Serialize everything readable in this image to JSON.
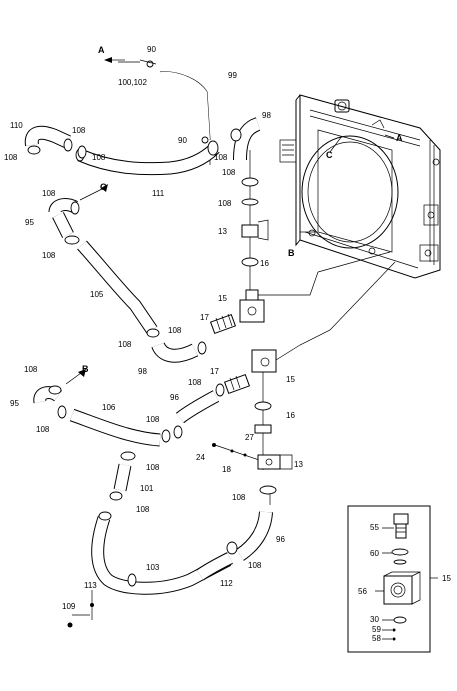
{
  "diagram": {
    "callouts": [
      {
        "id": "c90a",
        "text": "90"
      },
      {
        "id": "cA1",
        "text": "A"
      },
      {
        "id": "c100",
        "text": "100,102"
      },
      {
        "id": "c99",
        "text": "99"
      },
      {
        "id": "c110",
        "text": "110"
      },
      {
        "id": "c108a",
        "text": "108"
      },
      {
        "id": "c108b",
        "text": "108"
      },
      {
        "id": "c108c",
        "text": "108"
      },
      {
        "id": "c90b",
        "text": "90"
      },
      {
        "id": "c98a",
        "text": "98"
      },
      {
        "id": "c108d",
        "text": "108"
      },
      {
        "id": "c108e",
        "text": "108"
      },
      {
        "id": "c111",
        "text": "111"
      },
      {
        "id": "c108f",
        "text": "108"
      },
      {
        "id": "cC1",
        "text": "C"
      },
      {
        "id": "c95a",
        "text": "95"
      },
      {
        "id": "c108g",
        "text": "108"
      },
      {
        "id": "c108h",
        "text": "108"
      },
      {
        "id": "c13a",
        "text": "13"
      },
      {
        "id": "cB1",
        "text": "B"
      },
      {
        "id": "c16a",
        "text": "16"
      },
      {
        "id": "c105",
        "text": "105"
      },
      {
        "id": "c15a",
        "text": "15"
      },
      {
        "id": "c17a",
        "text": "17"
      },
      {
        "id": "c108i",
        "text": "108"
      },
      {
        "id": "c108j",
        "text": "108"
      },
      {
        "id": "c98b",
        "text": "98"
      },
      {
        "id": "c108k",
        "text": "108"
      },
      {
        "id": "cB2",
        "text": "B"
      },
      {
        "id": "c17b",
        "text": "17"
      },
      {
        "id": "c15b",
        "text": "15"
      },
      {
        "id": "c108l",
        "text": "108"
      },
      {
        "id": "c95b",
        "text": "95"
      },
      {
        "id": "c96a",
        "text": "96"
      },
      {
        "id": "c106",
        "text": "106"
      },
      {
        "id": "c108m",
        "text": "108"
      },
      {
        "id": "c108n",
        "text": "108"
      },
      {
        "id": "c16b",
        "text": "16"
      },
      {
        "id": "c27",
        "text": "27"
      },
      {
        "id": "c24",
        "text": "24"
      },
      {
        "id": "c18",
        "text": "18"
      },
      {
        "id": "c13b",
        "text": "13"
      },
      {
        "id": "c108o",
        "text": "108"
      },
      {
        "id": "c101",
        "text": "101"
      },
      {
        "id": "c108p",
        "text": "108"
      },
      {
        "id": "c108q",
        "text": "108"
      },
      {
        "id": "c96b",
        "text": "96"
      },
      {
        "id": "c108r",
        "text": "108"
      },
      {
        "id": "c103",
        "text": "103"
      },
      {
        "id": "c112",
        "text": "112"
      },
      {
        "id": "c113",
        "text": "113"
      },
      {
        "id": "c109",
        "text": "109"
      },
      {
        "id": "cC2",
        "text": "C"
      },
      {
        "id": "cA2",
        "text": "A"
      }
    ],
    "detail_callouts": [
      {
        "id": "d55",
        "text": "55"
      },
      {
        "id": "d60",
        "text": "60"
      },
      {
        "id": "d56",
        "text": "56"
      },
      {
        "id": "d30",
        "text": "30"
      },
      {
        "id": "d59",
        "text": "59"
      },
      {
        "id": "d58",
        "text": "58"
      },
      {
        "id": "d15",
        "text": "15"
      }
    ]
  }
}
